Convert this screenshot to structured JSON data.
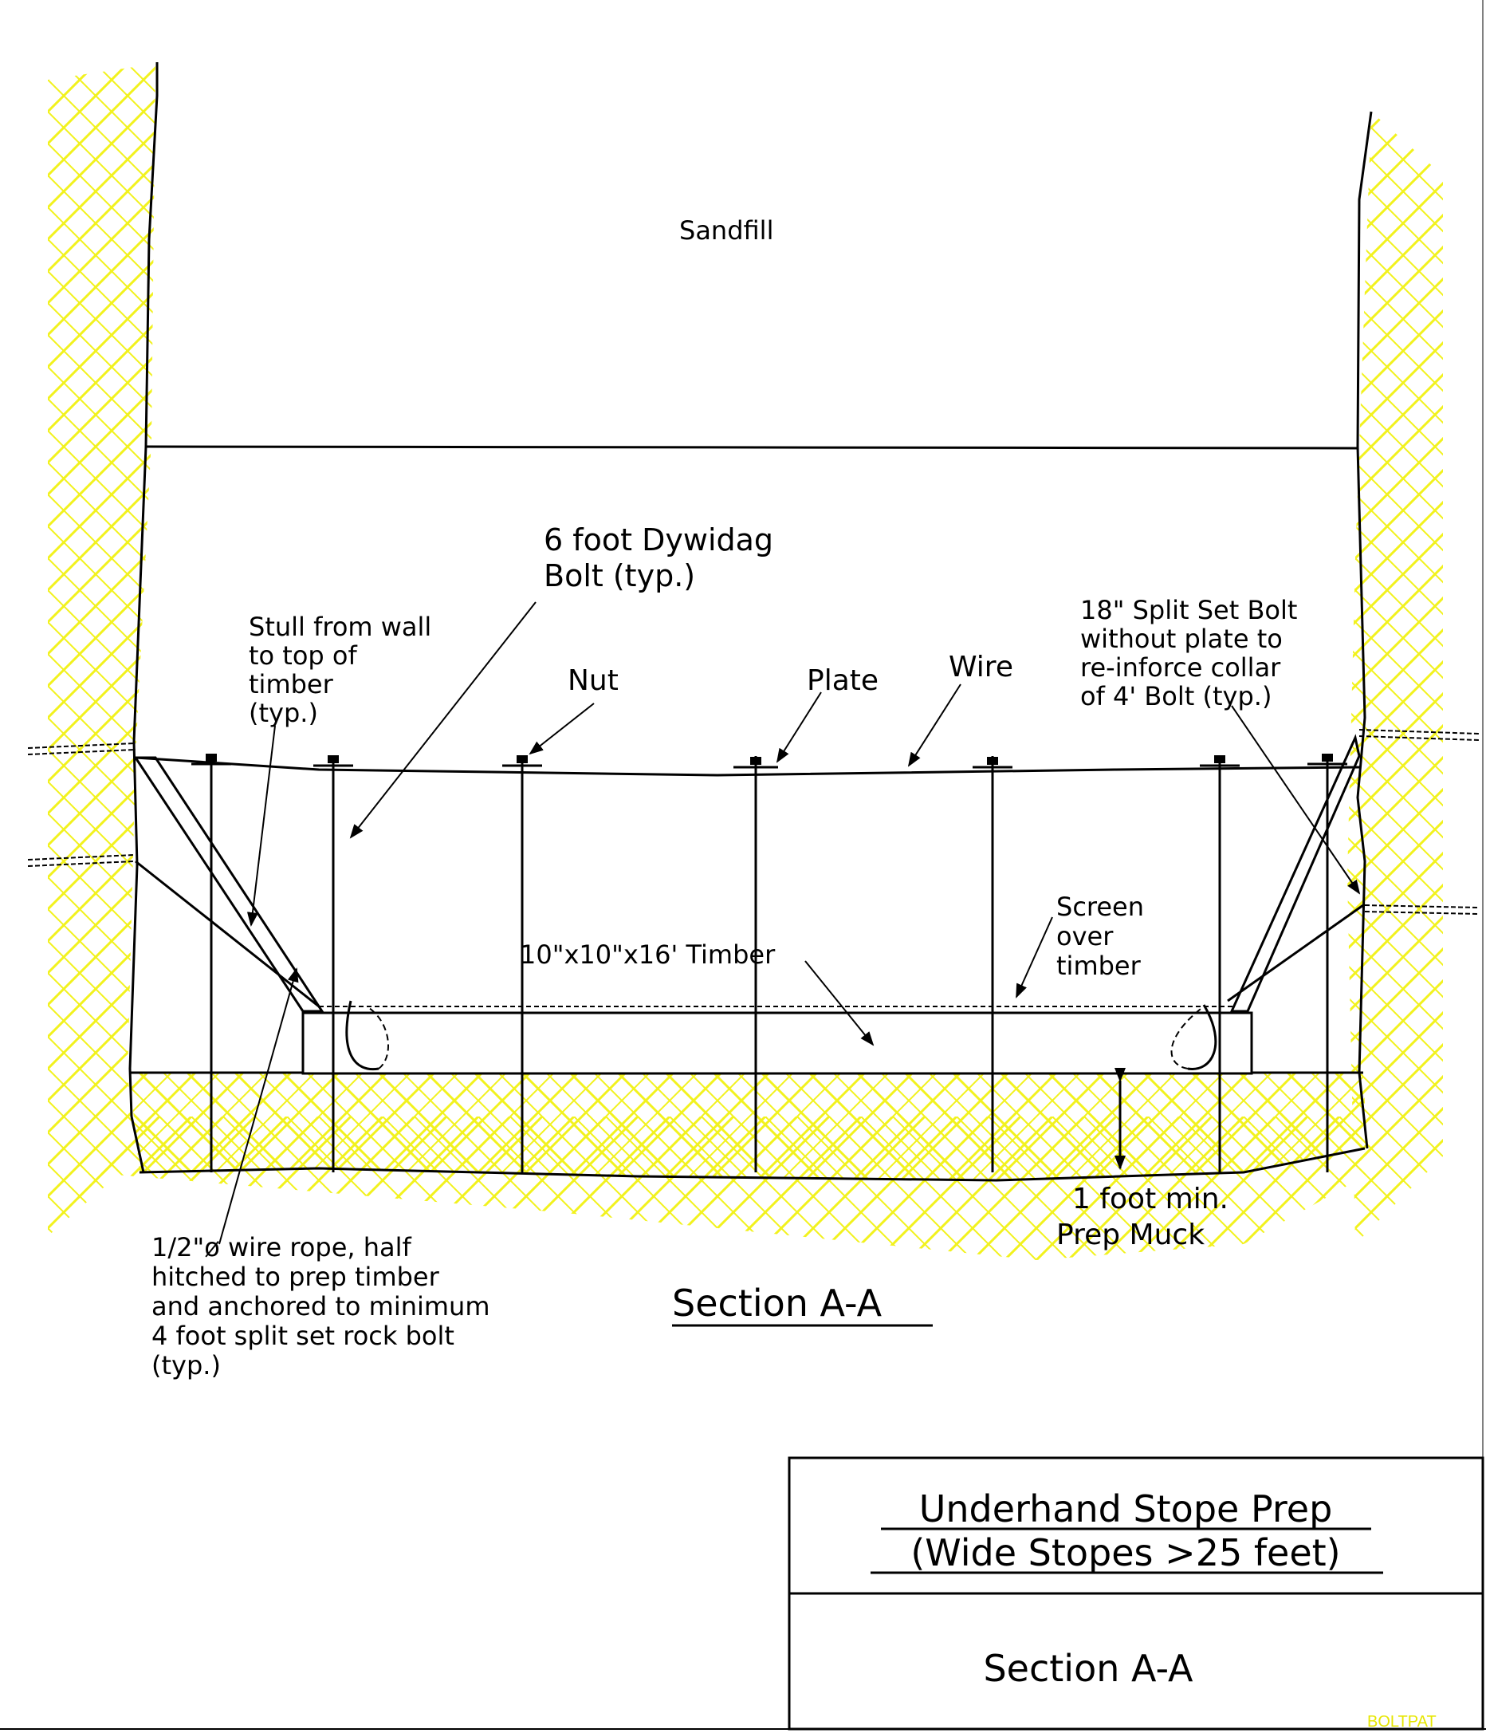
{
  "labels": {
    "sandfill": "Sandfill",
    "dywidag": [
      "6 foot Dywidag",
      "Bolt (typ.)"
    ],
    "stull": [
      "Stull from wall",
      "to top of",
      "timber",
      "(typ.)"
    ],
    "nut": "Nut",
    "plate": "Plate",
    "wire": "Wire",
    "split_set": [
      "18\" Split Set Bolt",
      "without plate to",
      "re-inforce collar",
      "of 4' Bolt (typ.)"
    ],
    "screen": [
      "Screen",
      "over",
      "timber"
    ],
    "timber": "10\"x10\"x16' Timber",
    "prep_muck": [
      "1 foot min.",
      "Prep Muck"
    ],
    "wire_rope": [
      "1/2\"ø wire rope, half",
      "hitched to prep timber",
      "and anchored to minimum",
      "4 foot split set rock bolt",
      "(typ.)"
    ],
    "section_label": "Section A-A"
  },
  "title_block": {
    "title": [
      "Underhand Stope Prep",
      "(Wide Stopes >25 feet)"
    ],
    "section": "Section A-A",
    "stamp": "BOLTPAT"
  },
  "colors": {
    "rock_hatch": "#f2f21e",
    "line": "#000000",
    "stamp": "#e6e600"
  }
}
